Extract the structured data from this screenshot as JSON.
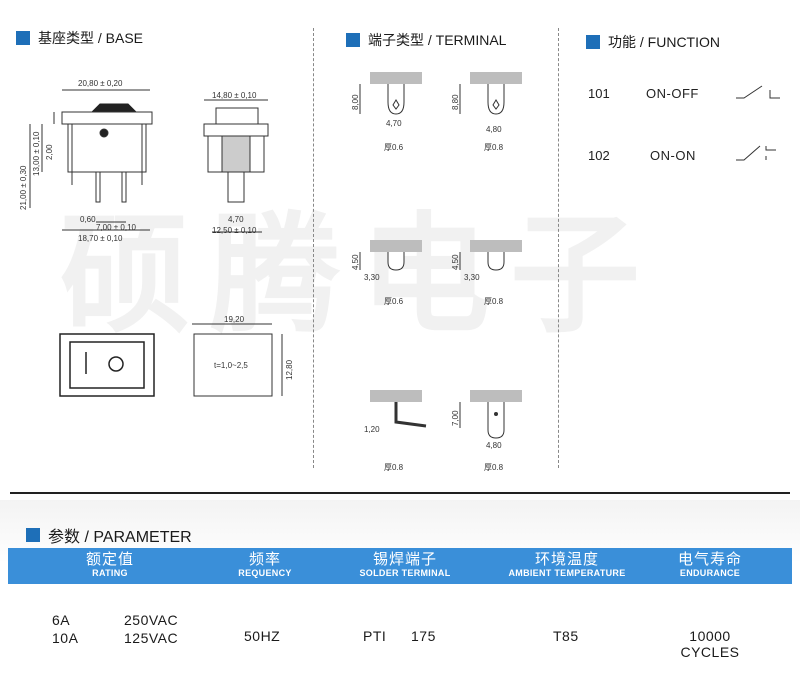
{
  "sections": {
    "base": "基座类型 / BASE",
    "terminal": "端子类型 / TERMINAL",
    "function": "功能 / FUNCTION",
    "parameter": "参数 / PARAMETER"
  },
  "watermark": "硕腾电子",
  "base_dims": {
    "top_width": "20,80 ± 0,20",
    "side_width": "14,80 ± 0,10",
    "height_total": "21,00 ± 0,30",
    "height_body": "13,00 ± 0,10",
    "height_lip": "2,00",
    "pin_gap": "0,60",
    "pin_pitch": "7,00 ± 0,10",
    "bottom_width": "18,70 ± 0,10",
    "pin_width": "4,70",
    "side_bottom": "12,50 ± 0,10",
    "cutout_w": "19,20",
    "cutout_h": "12,80",
    "cutout_t": "t=1,0~2,5"
  },
  "terminals": [
    {
      "h": "8,00",
      "w": "4,70",
      "thick": "厚0.6"
    },
    {
      "h": "8,80",
      "w": "4,80",
      "thick": "厚0.8"
    },
    {
      "h": "4,50",
      "w": "3,30",
      "thick": "厚0.6"
    },
    {
      "h": "4,50",
      "w": "3,30",
      "thick": "厚0.8"
    },
    {
      "h": "",
      "w": "1,20",
      "thick": "厚0.8"
    },
    {
      "h": "7,00",
      "w": "4,80",
      "thick": "厚0.8"
    }
  ],
  "functions": [
    {
      "code": "101",
      "label": "ON-OFF"
    },
    {
      "code": "102",
      "label": "ON-ON"
    }
  ],
  "params": {
    "headers": [
      {
        "zh": "额定值",
        "en": "RATING"
      },
      {
        "zh": "频率",
        "en": "REQUENCY"
      },
      {
        "zh": "锡焊端子",
        "en": "SOLDER TERMINAL"
      },
      {
        "zh": "环境温度",
        "en": "AMBIENT TEMPERATURE"
      },
      {
        "zh": "电气寿命",
        "en": "ENDURANCE"
      }
    ],
    "rating": {
      "a1": "6A",
      "v1": "250VAC",
      "a2": "10A",
      "v2": "125VAC"
    },
    "frequency": "50HZ",
    "solder_label": "PTI",
    "solder_value": "175",
    "temperature": "T85",
    "endurance_1": "10000",
    "endurance_2": "CYCLES"
  }
}
